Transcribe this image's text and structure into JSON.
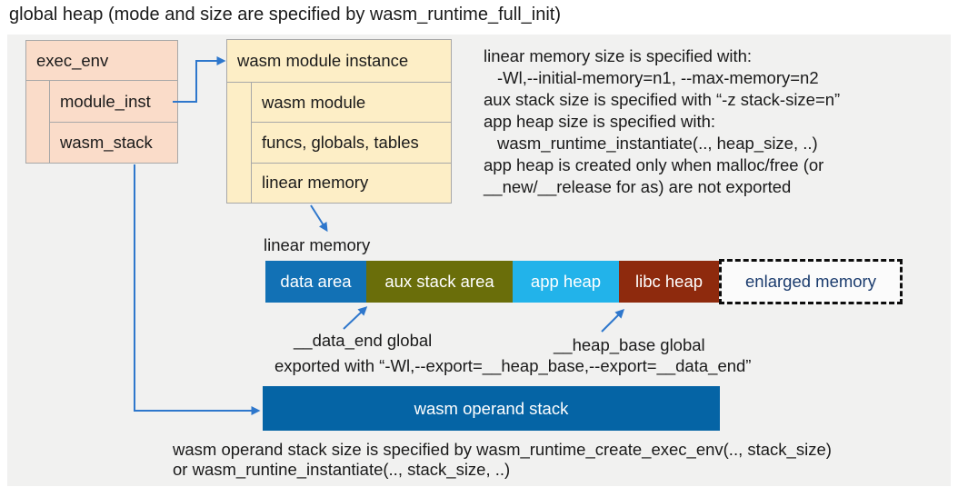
{
  "title": "global heap (mode and size are specified by wasm_runtime_full_init)",
  "colors": {
    "panel_bg": "#f1f1f0",
    "struct_pink": "#fadcc9",
    "struct_cream": "#fdeec6",
    "arrow_blue": "#2e77cc",
    "seg_data_blue": "#1271b5",
    "seg_aux_olive": "#6a6e0a",
    "seg_app_cyan": "#22b3ea",
    "seg_libc_maroon": "#8e2a0d",
    "operand_blue": "#0564a5",
    "enlarged_text_navy": "#1b3c6e"
  },
  "exec_env": {
    "title": "exec_env",
    "fields": [
      "module_inst",
      "wasm_stack"
    ]
  },
  "module_instance": {
    "title": "wasm module instance",
    "fields": [
      "wasm module",
      "funcs, globals, tables",
      "linear memory"
    ]
  },
  "notes": {
    "lines": [
      {
        "text": "linear memory size is specified with:"
      },
      {
        "text": "-Wl,--initial-memory=n1, --max-memory=n2"
      },
      {
        "text": "aux stack size is specified with “-z stack-size=n”"
      },
      {
        "text": "app heap size is specified with:"
      },
      {
        "text": "wasm_runtime_instantiate(.., heap_size, ..)"
      },
      {
        "text": "app heap is created only when malloc/free (or"
      },
      {
        "text": "__new/__release for as) are not exported"
      }
    ]
  },
  "linear_memory": {
    "label": "linear memory",
    "segments": [
      {
        "label": "data area"
      },
      {
        "label": "aux stack area"
      },
      {
        "label": "app heap"
      },
      {
        "label": "libc heap"
      },
      {
        "label": "enlarged memory"
      }
    ]
  },
  "annotations": {
    "data_end": "__data_end global",
    "heap_base": "__heap_base global",
    "exported": "exported with “-Wl,--export=__heap_base,--export=__data_end”"
  },
  "operand_stack": {
    "label": "wasm operand stack",
    "note_line1": "wasm operand stack size is specified by wasm_runtime_create_exec_env(.., stack_size)",
    "note_line2": "or wasm_runtine_instantiate(.., stack_size, ..)"
  }
}
